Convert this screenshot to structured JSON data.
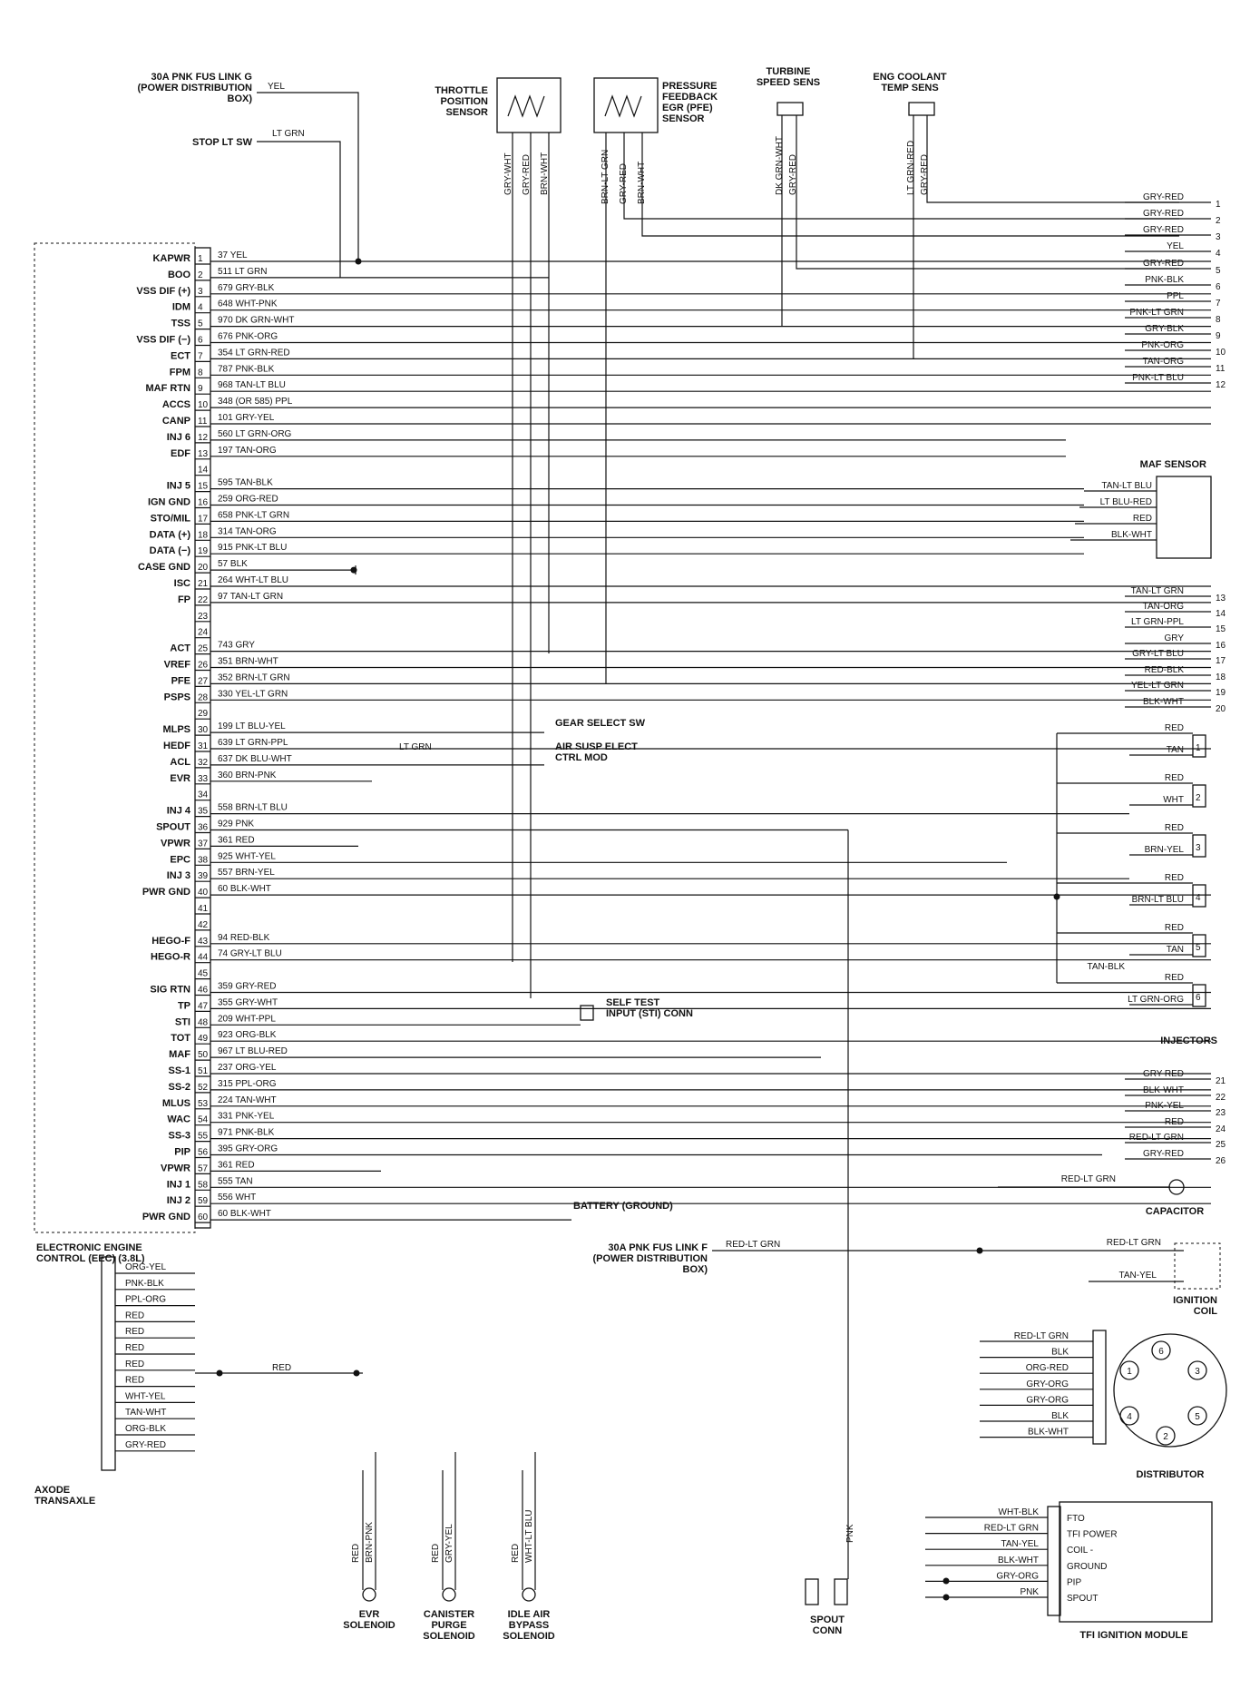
{
  "ecu": {
    "title": [
      "ELECTRONIC ENGINE",
      "CONTROL (EEC) (3.8L)"
    ],
    "pins": [
      {
        "n": "1",
        "fn": "KAPWR",
        "wire": "37 YEL"
      },
      {
        "n": "2",
        "fn": "BOO",
        "wire": "511 LT GRN"
      },
      {
        "n": "3",
        "fn": "VSS DIF (+)",
        "wire": "679 GRY-BLK"
      },
      {
        "n": "4",
        "fn": "IDM",
        "wire": "648 WHT-PNK"
      },
      {
        "n": "5",
        "fn": "TSS",
        "wire": "970 DK GRN-WHT"
      },
      {
        "n": "6",
        "fn": "VSS DIF (−)",
        "wire": "676 PNK-ORG"
      },
      {
        "n": "7",
        "fn": "ECT",
        "wire": "354 LT GRN-RED"
      },
      {
        "n": "8",
        "fn": "FPM",
        "wire": "787 PNK-BLK"
      },
      {
        "n": "9",
        "fn": "MAF RTN",
        "wire": "968 TAN-LT BLU"
      },
      {
        "n": "10",
        "fn": "ACCS",
        "wire": "348 (OR 585) PPL"
      },
      {
        "n": "11",
        "fn": "CANP",
        "wire": "101 GRY-YEL"
      },
      {
        "n": "12",
        "fn": "INJ 6",
        "wire": "560 LT GRN-ORG"
      },
      {
        "n": "13",
        "fn": "EDF",
        "wire": "197 TAN-ORG"
      },
      {
        "n": "14",
        "fn": "",
        "wire": ""
      },
      {
        "n": "15",
        "fn": "INJ 5",
        "wire": "595 TAN-BLK"
      },
      {
        "n": "16",
        "fn": "IGN GND",
        "wire": "259 ORG-RED"
      },
      {
        "n": "17",
        "fn": "STO/MIL",
        "wire": "658 PNK-LT GRN"
      },
      {
        "n": "18",
        "fn": "DATA (+)",
        "wire": "314 TAN-ORG"
      },
      {
        "n": "19",
        "fn": "DATA (−)",
        "wire": "915 PNK-LT BLU"
      },
      {
        "n": "20",
        "fn": "CASE GND",
        "wire": "57 BLK"
      },
      {
        "n": "21",
        "fn": "ISC",
        "wire": "264 WHT-LT BLU"
      },
      {
        "n": "22",
        "fn": "FP",
        "wire": "97 TAN-LT GRN"
      },
      {
        "n": "23",
        "fn": "",
        "wire": ""
      },
      {
        "n": "24",
        "fn": "",
        "wire": ""
      },
      {
        "n": "25",
        "fn": "ACT",
        "wire": "743 GRY"
      },
      {
        "n": "26",
        "fn": "VREF",
        "wire": "351 BRN-WHT"
      },
      {
        "n": "27",
        "fn": "PFE",
        "wire": "352 BRN-LT GRN"
      },
      {
        "n": "28",
        "fn": "PSPS",
        "wire": "330 YEL-LT GRN"
      },
      {
        "n": "29",
        "fn": "",
        "wire": ""
      },
      {
        "n": "30",
        "fn": "MLPS",
        "wire": "199 LT BLU-YEL"
      },
      {
        "n": "31",
        "fn": "HEDF",
        "wire": "639 LT GRN-PPL"
      },
      {
        "n": "32",
        "fn": "ACL",
        "wire": "637 DK BLU-WHT"
      },
      {
        "n": "33",
        "fn": "EVR",
        "wire": "360 BRN-PNK"
      },
      {
        "n": "34",
        "fn": "",
        "wire": ""
      },
      {
        "n": "35",
        "fn": "INJ 4",
        "wire": "558 BRN-LT BLU"
      },
      {
        "n": "36",
        "fn": "SPOUT",
        "wire": "929 PNK"
      },
      {
        "n": "37",
        "fn": "VPWR",
        "wire": "361 RED"
      },
      {
        "n": "38",
        "fn": "EPC",
        "wire": "925 WHT-YEL"
      },
      {
        "n": "39",
        "fn": "INJ 3",
        "wire": "557 BRN-YEL"
      },
      {
        "n": "40",
        "fn": "PWR GND",
        "wire": "60 BLK-WHT"
      },
      {
        "n": "41",
        "fn": "",
        "wire": ""
      },
      {
        "n": "42",
        "fn": "",
        "wire": ""
      },
      {
        "n": "43",
        "fn": "HEGO-F",
        "wire": "94 RED-BLK"
      },
      {
        "n": "44",
        "fn": "HEGO-R",
        "wire": "74 GRY-LT BLU"
      },
      {
        "n": "45",
        "fn": "",
        "wire": ""
      },
      {
        "n": "46",
        "fn": "SIG RTN",
        "wire": "359 GRY-RED"
      },
      {
        "n": "47",
        "fn": "TP",
        "wire": "355 GRY-WHT"
      },
      {
        "n": "48",
        "fn": "STI",
        "wire": "209 WHT-PPL"
      },
      {
        "n": "49",
        "fn": "TOT",
        "wire": "923 ORG-BLK"
      },
      {
        "n": "50",
        "fn": "MAF",
        "wire": "967 LT BLU-RED"
      },
      {
        "n": "51",
        "fn": "SS-1",
        "wire": "237 ORG-YEL"
      },
      {
        "n": "52",
        "fn": "SS-2",
        "wire": "315 PPL-ORG"
      },
      {
        "n": "53",
        "fn": "MLUS",
        "wire": "224 TAN-WHT"
      },
      {
        "n": "54",
        "fn": "WAC",
        "wire": "331 PNK-YEL"
      },
      {
        "n": "55",
        "fn": "SS-3",
        "wire": "971 PNK-BLK"
      },
      {
        "n": "56",
        "fn": "PIP",
        "wire": "395 GRY-ORG"
      },
      {
        "n": "57",
        "fn": "VPWR",
        "wire": "361 RED"
      },
      {
        "n": "58",
        "fn": "INJ 1",
        "wire": "555 TAN"
      },
      {
        "n": "59",
        "fn": "INJ 2",
        "wire": "556 WHT"
      },
      {
        "n": "60",
        "fn": "PWR GND",
        "wire": "60 BLK-WHT"
      }
    ]
  },
  "top_components": {
    "fuse_g": [
      "30A PNK FUS LINK G",
      "(POWER DISTRIBUTION",
      "BOX)"
    ],
    "fuse_g_wire": "YEL",
    "stop_lt": "STOP LT SW",
    "stop_lt_wire": "LT GRN",
    "tps": [
      "THROTTLE",
      "POSITION",
      "SENSOR"
    ],
    "tps_wires": [
      "GRY-WHT",
      "GRY-RED",
      "BRN-WHT"
    ],
    "pfe": [
      "PRESSURE",
      "FEEDBACK",
      "EGR (PFE)",
      "SENSOR"
    ],
    "pfe_wires": [
      "BRN-LT GRN",
      "GRY-RED",
      "BRN-WHT"
    ],
    "tss": [
      "TURBINE",
      "SPEED SENS"
    ],
    "tss_wires": [
      "DK GRN-WHT",
      "GRY-RED"
    ],
    "ect": [
      "ENG COOLANT",
      "TEMP SENS"
    ],
    "ect_wires": [
      "LT GRN-RED",
      "GRY-RED"
    ]
  },
  "right_terms": [
    {
      "n": "1",
      "c": "GRY-RED"
    },
    {
      "n": "2",
      "c": "GRY-RED"
    },
    {
      "n": "3",
      "c": "GRY-RED"
    },
    {
      "n": "4",
      "c": "YEL"
    },
    {
      "n": "5",
      "c": "GRY-RED"
    },
    {
      "n": "6",
      "c": "PNK-BLK"
    },
    {
      "n": "7",
      "c": "PPL"
    },
    {
      "n": "8",
      "c": "PNK-LT GRN"
    },
    {
      "n": "9",
      "c": "GRY-BLK"
    },
    {
      "n": "10",
      "c": "PNK-ORG"
    },
    {
      "n": "11",
      "c": "TAN-ORG"
    },
    {
      "n": "12",
      "c": "PNK-LT BLU"
    },
    {
      "n": "13",
      "c": "TAN-LT GRN"
    },
    {
      "n": "14",
      "c": "TAN-ORG"
    },
    {
      "n": "15",
      "c": "LT GRN-PPL"
    },
    {
      "n": "16",
      "c": "GRY"
    },
    {
      "n": "17",
      "c": "GRY-LT BLU"
    },
    {
      "n": "18",
      "c": "RED-BLK"
    },
    {
      "n": "19",
      "c": "YEL-LT GRN"
    },
    {
      "n": "20",
      "c": "BLK-WHT"
    },
    {
      "n": "21",
      "c": "GRY-RED"
    },
    {
      "n": "22",
      "c": "BLK-WHT"
    },
    {
      "n": "23",
      "c": "PNK-YEL"
    },
    {
      "n": "24",
      "c": "RED"
    },
    {
      "n": "25",
      "c": "RED-LT GRN"
    },
    {
      "n": "26",
      "c": "GRY-RED"
    }
  ],
  "maf": {
    "title": "MAF SENSOR",
    "wires": [
      "TAN-LT BLU",
      "LT BLU-RED",
      "RED",
      "BLK-WHT"
    ]
  },
  "injectors": {
    "title": "INJECTORS",
    "items": [
      {
        "n": "1",
        "a": "RED",
        "b": "TAN"
      },
      {
        "n": "2",
        "a": "RED",
        "b": "WHT"
      },
      {
        "n": "3",
        "a": "RED",
        "b": "BRN-YEL"
      },
      {
        "n": "4",
        "a": "RED",
        "b": "BRN-LT BLU"
      },
      {
        "n": "5",
        "a": "RED",
        "b": "TAN"
      },
      {
        "n": "6",
        "a": "RED",
        "b": "LT GRN-ORG"
      }
    ],
    "tan_blk": "TAN-BLK"
  },
  "mid_connectors": {
    "gear_select": "GEAR SELECT SW",
    "air_susp": [
      "AIR SUSP ELECT",
      "CTRL MOD"
    ],
    "air_susp_wire": "LT GRN",
    "self_test": [
      "SELF TEST",
      "INPUT (STI) CONN"
    ],
    "battery": "BATTERY (GROUND)",
    "fuse_f": [
      "30A PNK FUS LINK F",
      "(POWER DISTRIBUTION",
      "BOX)"
    ],
    "fuse_f_wire": "RED-LT GRN"
  },
  "capacitor": {
    "label": "CAPACITOR",
    "wire": "RED-LT GRN"
  },
  "ignition_coil": {
    "label": [
      "IGNITION",
      "COIL"
    ],
    "wires": [
      "RED-LT GRN",
      "TAN-YEL"
    ]
  },
  "distributor": {
    "label": "DISTRIBUTOR",
    "wires": [
      "RED-LT GRN",
      "BLK",
      "ORG-RED",
      "GRY-ORG",
      "GRY-ORG",
      "BLK",
      "BLK-WHT"
    ],
    "cyl": [
      "1",
      "2",
      "3",
      "4",
      "5",
      "6"
    ]
  },
  "tfi": {
    "label": "TFI IGNITION MODULE",
    "wires": [
      "WHT-BLK",
      "RED-LT GRN",
      "TAN-YEL",
      "BLK-WHT",
      "GRY-ORG",
      "PNK"
    ],
    "pins": [
      "FTO",
      "TFI POWER",
      "COIL -",
      "GROUND",
      "PIP",
      "SPOUT"
    ]
  },
  "spout": {
    "label": [
      "SPOUT",
      "CONN"
    ],
    "wire": "PNK"
  },
  "axode": {
    "label": [
      "AXODE",
      "TRANSAXLE"
    ],
    "wires": [
      "ORG-YEL",
      "PNK-BLK",
      "PPL-ORG",
      "RED",
      "RED",
      "RED",
      "RED",
      "RED",
      "WHT-YEL",
      "TAN-WHT",
      "ORG-BLK",
      "GRY-RED"
    ],
    "red": "RED"
  },
  "solenoids": [
    {
      "label": [
        "EVR",
        "SOLENOID"
      ],
      "wires": [
        "RED",
        "BRN-PNK"
      ]
    },
    {
      "label": [
        "CANISTER",
        "PURGE",
        "SOLENOID"
      ],
      "wires": [
        "RED",
        "GRY-YEL"
      ]
    },
    {
      "label": [
        "IDLE AIR",
        "BYPASS",
        "SOLENOID"
      ],
      "wires": [
        "RED",
        "WHT-LT BLU"
      ]
    }
  ]
}
